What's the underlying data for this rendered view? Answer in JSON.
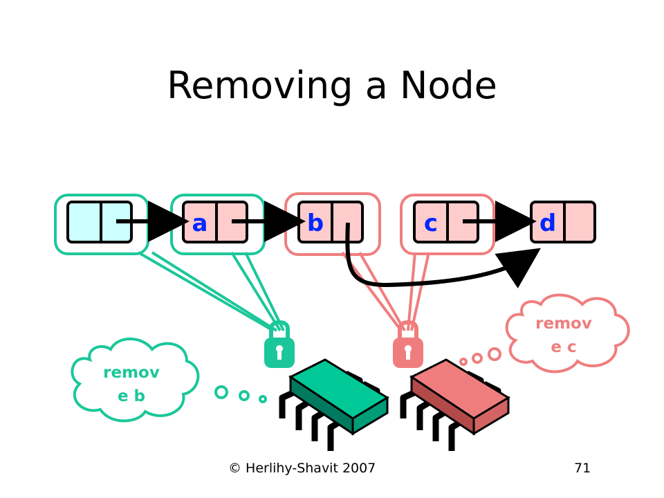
{
  "title": "Removing a Node",
  "nodes": [
    {
      "label": ""
    },
    {
      "label": "a"
    },
    {
      "label": "b"
    },
    {
      "label": "c"
    },
    {
      "label": "d"
    }
  ],
  "threads": [
    {
      "thought_line1": "remov",
      "thought_line2": "e b",
      "color": "#00c896"
    },
    {
      "thought_line1": "remov",
      "thought_line2": "e c",
      "color": "#f07d7d"
    }
  ],
  "colors": {
    "sentinel_fill": "#ccffff",
    "node_fill": "#ffcccc",
    "green": "#1bc79a",
    "red": "#f07d7d"
  },
  "footer": {
    "copyright": "© Herlihy-Shavit 2007",
    "page": "71"
  }
}
